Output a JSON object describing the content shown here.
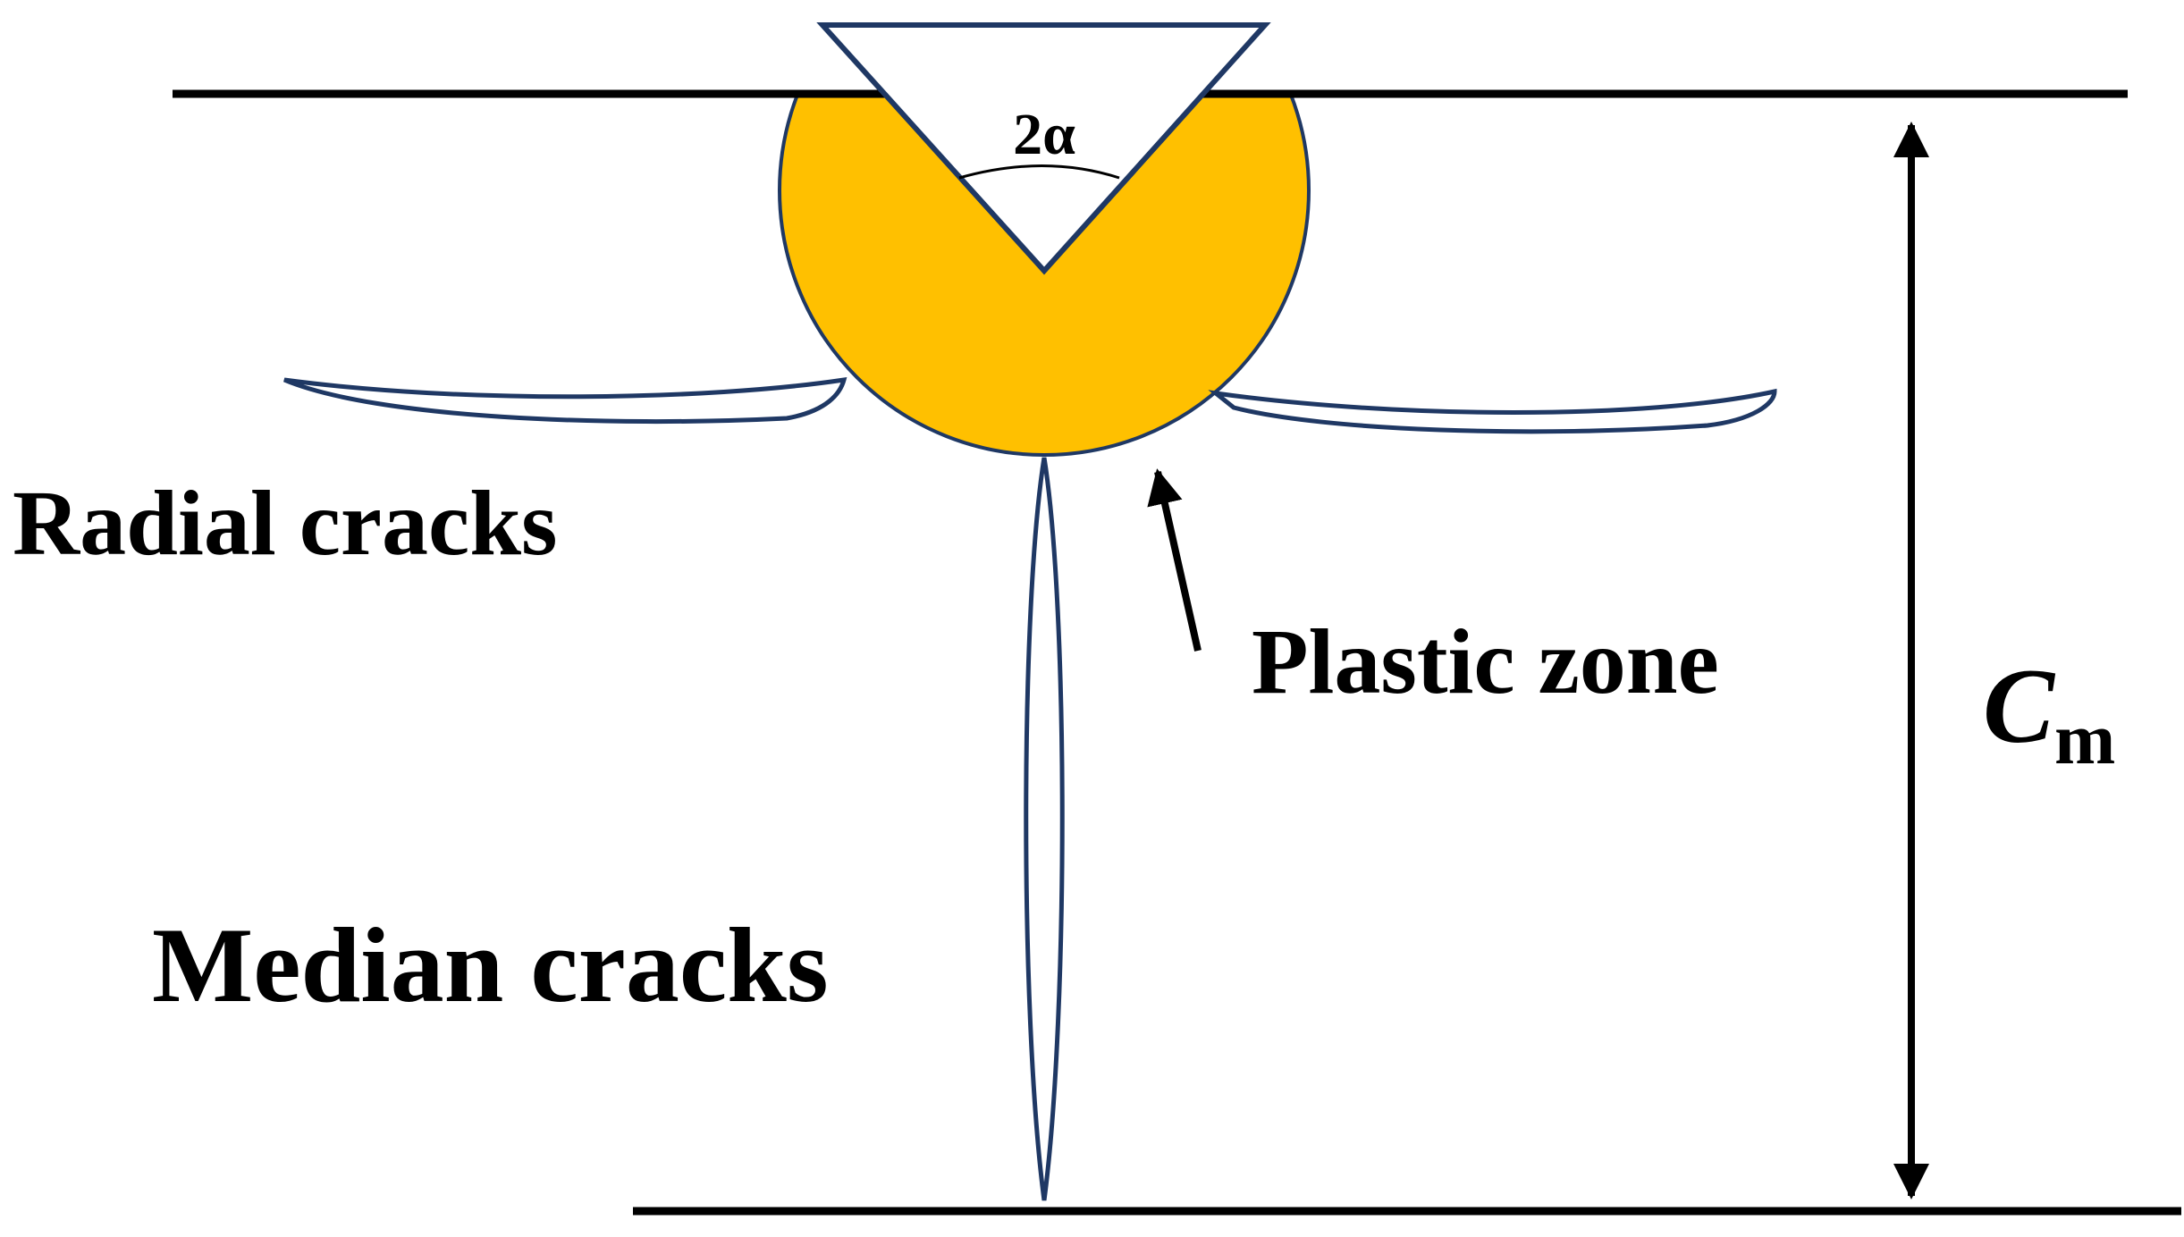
{
  "labels": {
    "angle": "2α",
    "radial": "Radial cracks",
    "plastic": "Plastic zone",
    "median": "Median cracks",
    "depth_symbol": "C",
    "depth_subscript": "m"
  },
  "colors": {
    "plastic_zone_fill": "#FFC000",
    "outline": "#1F3864",
    "line": "#000000",
    "background": "#FFFFFF"
  }
}
